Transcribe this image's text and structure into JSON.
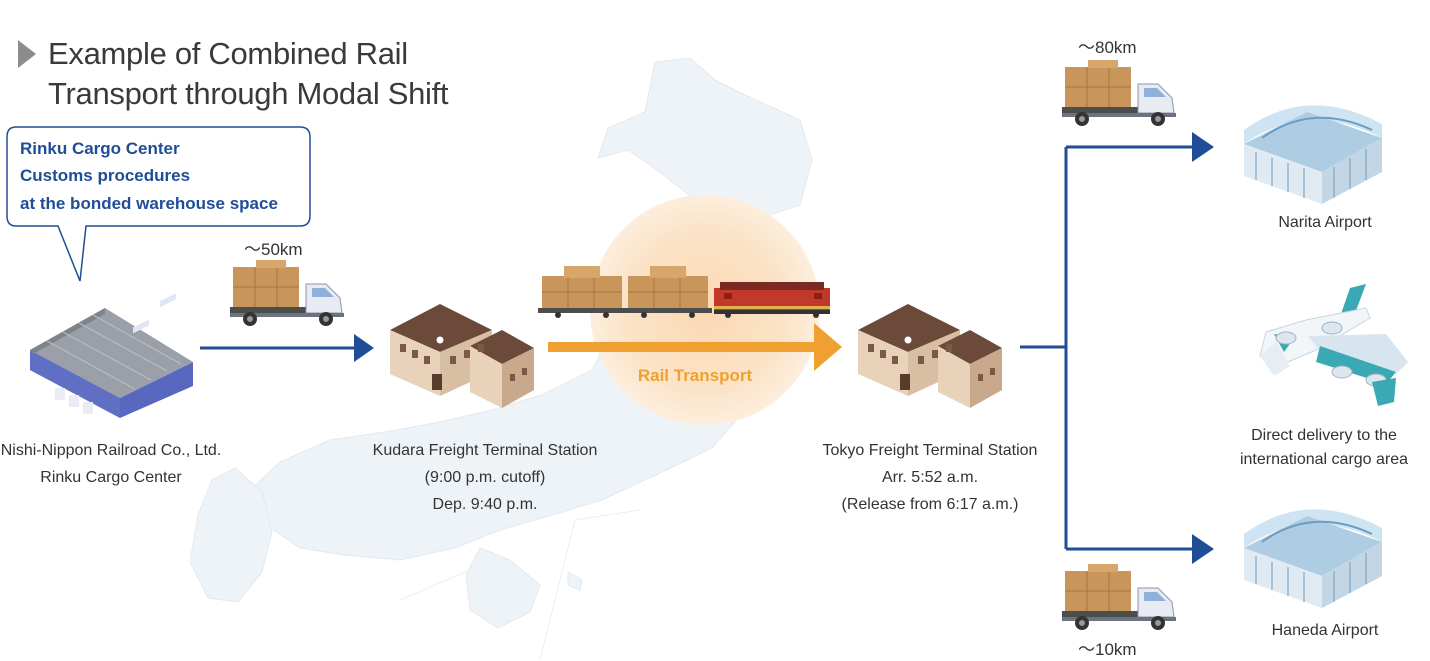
{
  "title": {
    "line1": "Example of Combined Rail",
    "line2": "Transport through Modal Shift"
  },
  "callout": {
    "line1": "Rinku Cargo Center",
    "line2": "Customs procedures",
    "line3": "at the bonded warehouse space"
  },
  "origin": {
    "line1": "Nishi-Nippon Railroad Co., Ltd.",
    "line2": "Rinku Cargo Center"
  },
  "kudara": {
    "line1": "Kudara Freight Terminal Station",
    "line2": "(9:00 p.m. cutoff)",
    "line3": "Dep. 9:40 p.m."
  },
  "rail": {
    "label": "Rail Transport"
  },
  "tokyo": {
    "line1": "Tokyo Freight Terminal Station",
    "line2": "Arr. 5:52 a.m.",
    "line3": "(Release from 6:17 a.m.)"
  },
  "distances": {
    "origin_to_kudara": "〜50km",
    "to_narita": "〜80km",
    "to_haneda": "〜10km"
  },
  "destinations": {
    "narita": "Narita Airport",
    "direct_line1": "Direct delivery to the",
    "direct_line2": "international cargo area",
    "haneda": "Haneda Airport"
  },
  "colors": {
    "title_marker": "#8c8c8c",
    "callout_text": "#1f4e96",
    "arrow_blue": "#1f4e96",
    "rail_orange": "#f0a030",
    "map": "#eef3f8"
  }
}
